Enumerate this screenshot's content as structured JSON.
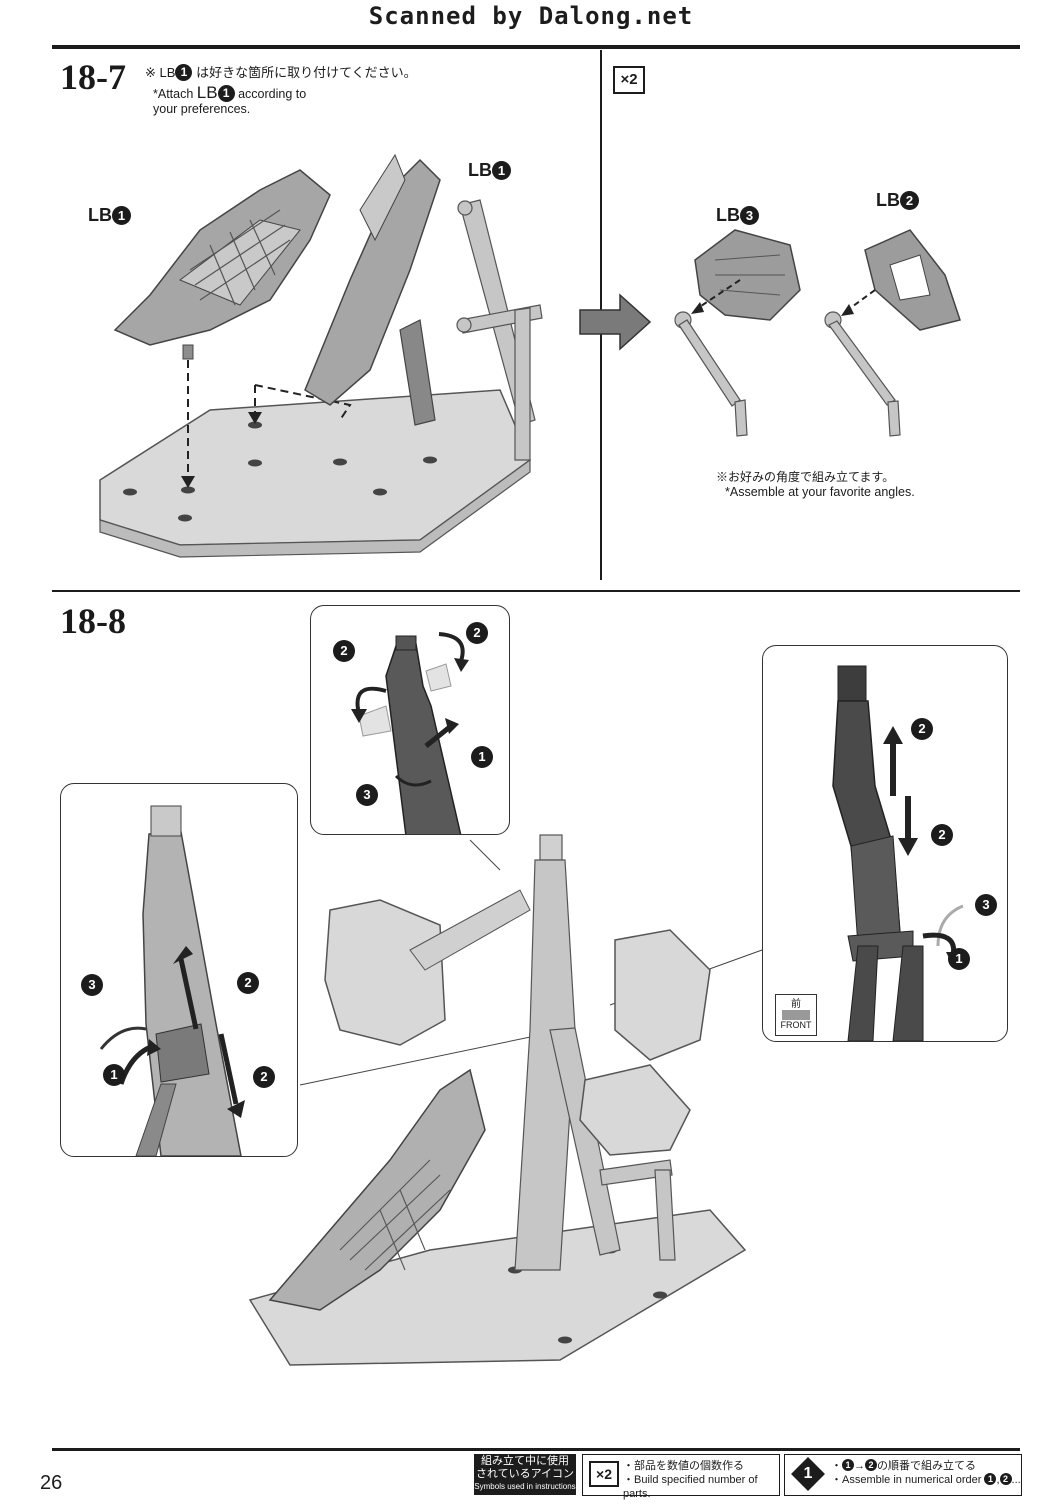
{
  "watermark": "Scanned by Dalong.net",
  "step_18_7": {
    "number": "18-7",
    "note_jp_pre": "※",
    "note_jp_part": "LB",
    "note_jp_num": "1",
    "note_jp_rest": "は好きな箇所に取り付けてください。",
    "note_en_1a": "*Attach",
    "note_en_part": "LB",
    "note_en_num": "1",
    "note_en_1b": "according to",
    "note_en_2": "your preferences.",
    "callout_left": "LB",
    "callout_left_num": "1",
    "callout_right": "LB",
    "callout_right_num": "1"
  },
  "step_18_7_right": {
    "multiplier": "×2",
    "callout_a": "LB",
    "callout_a_num": "3",
    "callout_b": "LB",
    "callout_b_num": "2",
    "note_jp": "※お好みの角度で組み立てます。",
    "note_en": "*Assemble at your favorite angles."
  },
  "step_18_8": {
    "number": "18-8",
    "front_jp": "前",
    "front_en": "FRONT",
    "inset_top_nums": [
      "2",
      "2",
      "1",
      "3"
    ],
    "inset_left_nums": [
      "3",
      "2",
      "1",
      "2"
    ],
    "inset_right_nums": [
      "2",
      "2",
      "3",
      "1"
    ]
  },
  "footer": {
    "label_jp_1": "組み立て中に使用",
    "label_jp_2": "されているアイコン",
    "label_en": "Symbols used in instructions",
    "icon1": "×2",
    "icon1_jp": "・部品を数値の個数作る",
    "icon1_en": "・Build specified number of parts.",
    "icon2": "1",
    "icon2_jp_pre": "・",
    "icon2_jp_a": "1",
    "icon2_jp_arrow": "→",
    "icon2_jp_b": "2",
    "icon2_jp_post": "の順番で組み立てる",
    "icon2_en": "・Assemble in numerical order",
    "icon2_en_a": "1",
    "icon2_en_b": "2",
    "icon2_en_post": "..."
  },
  "page_number": "26",
  "colors": {
    "ink": "#1c1c1c",
    "part_gray": "#a9a9a9",
    "part_light": "#cfcfcf",
    "dark_part": "#4a4a4a"
  }
}
